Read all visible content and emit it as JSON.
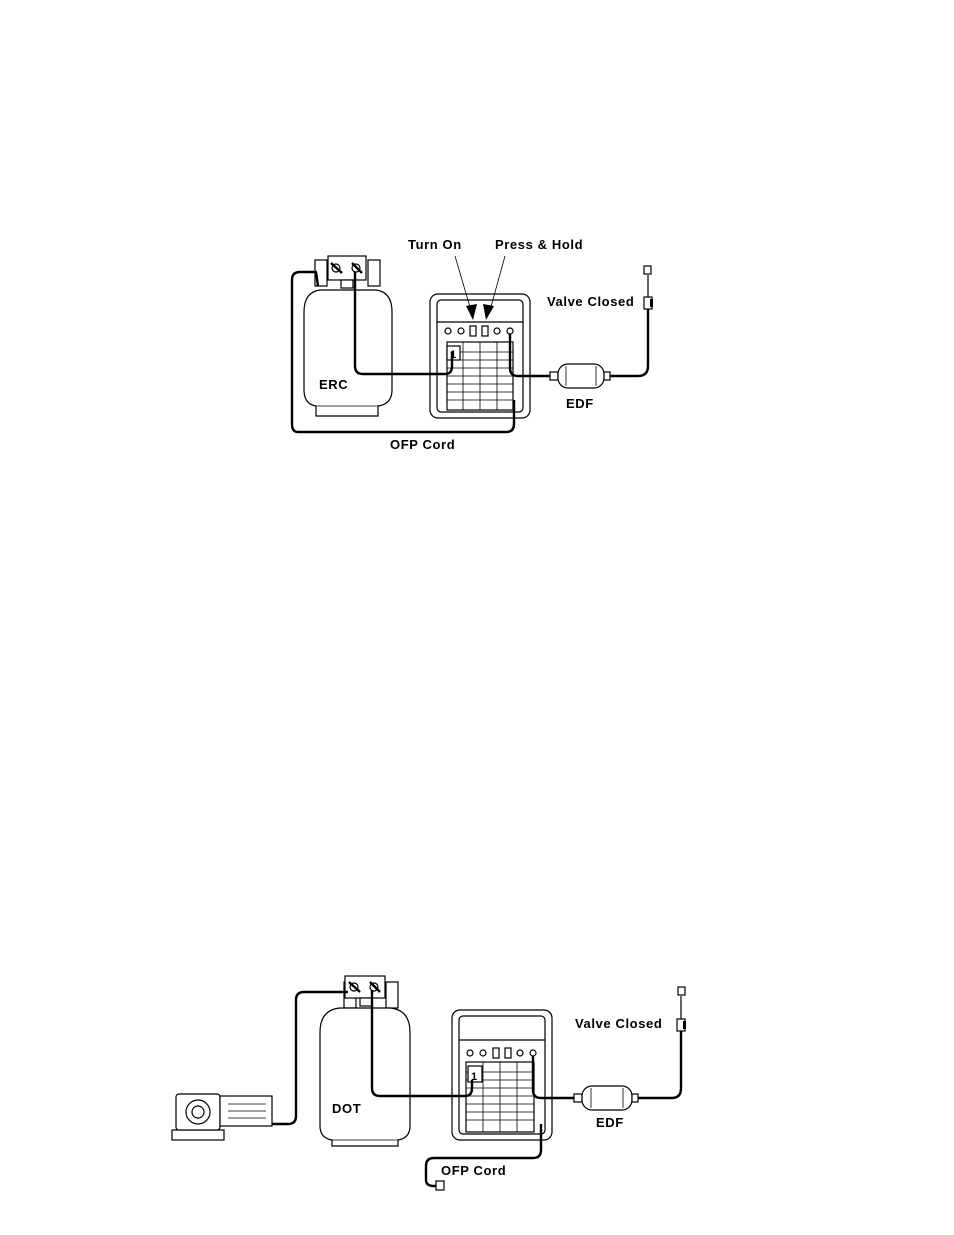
{
  "diagram_top": {
    "labels": {
      "turn_on": "Turn On",
      "press_hold": "Press & Hold",
      "valve_closed": "Valve Closed",
      "tank": "ERC",
      "filter": "EDF",
      "cord": "OFP Cord",
      "port": "1"
    }
  },
  "diagram_bottom": {
    "labels": {
      "valve_closed": "Valve Closed",
      "tank": "DOT",
      "filter": "EDF",
      "cord": "OFP Cord",
      "port": "1"
    }
  }
}
